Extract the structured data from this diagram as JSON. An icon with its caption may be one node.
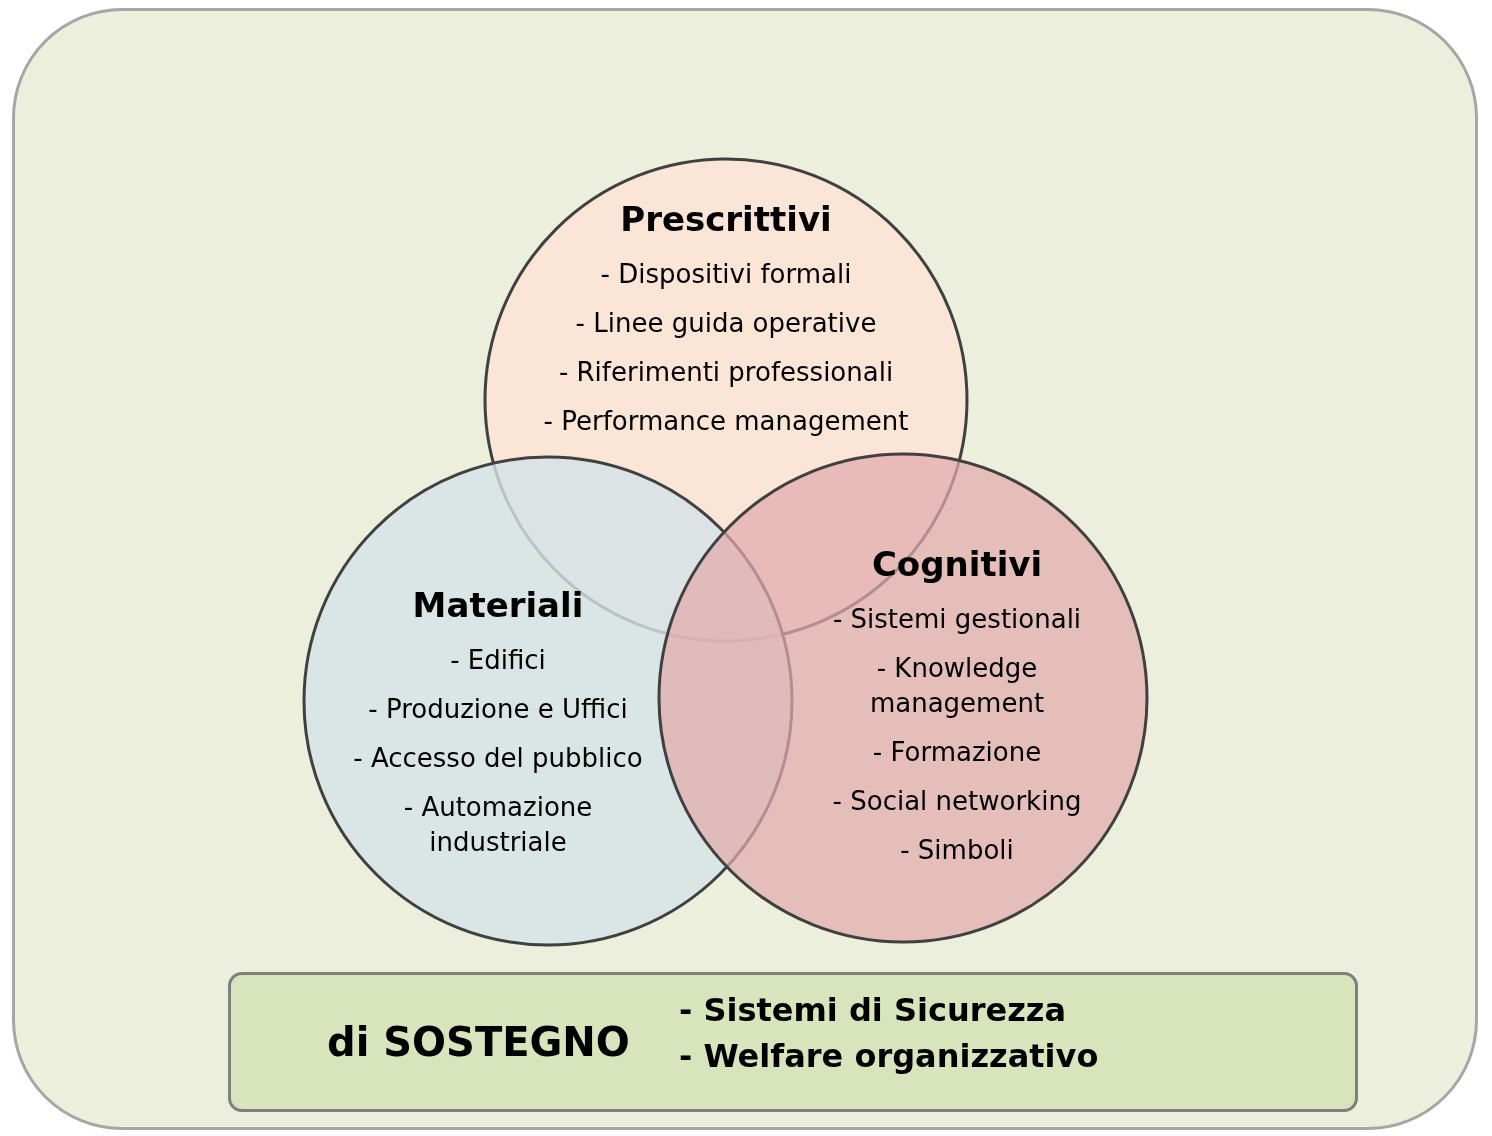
{
  "diagram": {
    "nodes": [
      {
        "text": [
          "Prescrittivi",
          "- Dispositivi formali",
          "- Linee guida operative",
          "- Riferimenti professionali",
          "- Performance management"
        ]
      },
      {
        "text": [
          "Materiali",
          "- Edifici",
          "- Produzione e Uffici",
          "- Accesso del pubblico",
          "- Automazione industriale"
        ]
      },
      {
        "text": [
          "Cognitivi",
          "- Sistemi gestionali",
          "- Knowledge management",
          "- Formazione",
          "- Social networking",
          "- Simboli"
        ]
      },
      {
        "text": [
          "di SOSTEGNO",
          "- Sistemi di Sicurezza",
          "- Welfare organizzativo"
        ]
      }
    ]
  }
}
